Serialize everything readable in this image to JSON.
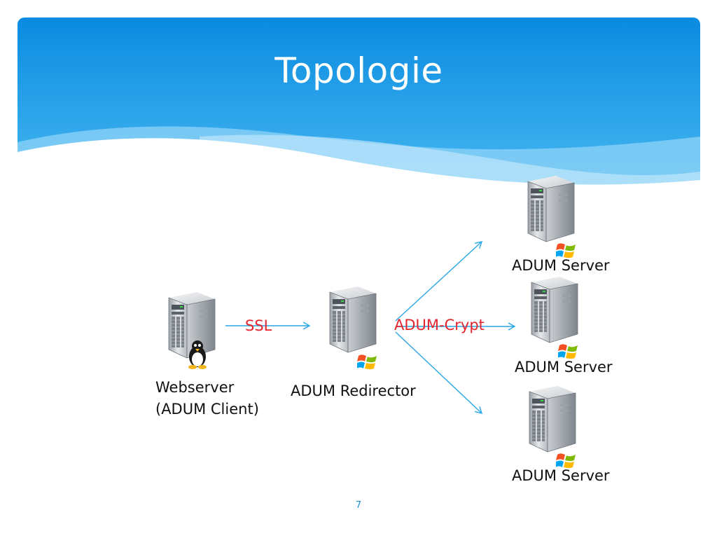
{
  "slide": {
    "title": "Topologie",
    "page_number": "7"
  },
  "nodes": {
    "webserver": {
      "line1": "Webserver",
      "line2": "(ADUM Client)",
      "os_icon": "linux-penguin-icon"
    },
    "redirector": {
      "label": "ADUM Redirector",
      "os_icon": "windows-logo-icon"
    },
    "servers": [
      {
        "label": "ADUM Server",
        "os_icon": "windows-logo-icon"
      },
      {
        "label": "ADUM Server",
        "os_icon": "windows-logo-icon"
      },
      {
        "label": "ADUM Server",
        "os_icon": "windows-logo-icon"
      }
    ]
  },
  "connections": {
    "ssl_label": "SSL",
    "crypt_label": "ADUM-Crypt"
  },
  "colors": {
    "header_top": "#0a8be0",
    "header_bottom": "#43b4f0",
    "arrow": "#29a6e6",
    "connection_label": "#e3262d",
    "page_number": "#1f8fd6"
  }
}
